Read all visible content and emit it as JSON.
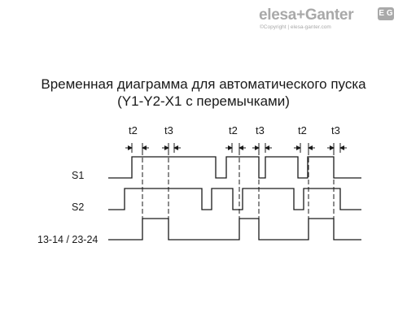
{
  "logo": {
    "brand": "elesa+Ganter",
    "copyright": "©Copyright | elesa-ganter.com",
    "badge": "E G"
  },
  "title": {
    "line1": "Временная диаграмма для автоматического пуска",
    "line2": "(Y1-Y2-X1 с перемычками)"
  },
  "diagram": {
    "signals": [
      {
        "id": "S1",
        "label": "S1"
      },
      {
        "id": "S2",
        "label": "S2"
      },
      {
        "id": "K",
        "label": "13-14 / 23-24"
      }
    ],
    "timing_labels": [
      "t2",
      "t3",
      "t2",
      "t3",
      "t2",
      "t3"
    ]
  }
}
